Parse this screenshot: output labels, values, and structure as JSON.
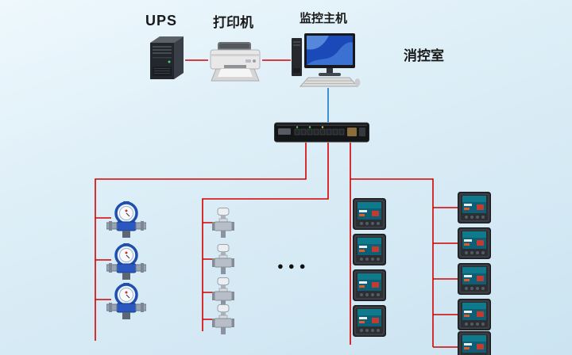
{
  "diagram": {
    "labels": {
      "ups": "UPS",
      "printer": "打印机",
      "monitor_host": "监控主机",
      "control_room": "消控室",
      "ellipsis": "●●●"
    },
    "devices": {
      "ups": "ups-tower",
      "printer": "laser-printer",
      "monitor_host": "monitoring-workstation",
      "switch": "data-gateway-switch",
      "left_column": "water-meter",
      "second_column": "valve-actuator",
      "right_columns": "power-meter"
    },
    "colors": {
      "connector_red": "#d40000",
      "connector_blue": "#3f8fd6",
      "background_top": "#eef8fd",
      "background_bottom": "#cbe4f1"
    }
  }
}
